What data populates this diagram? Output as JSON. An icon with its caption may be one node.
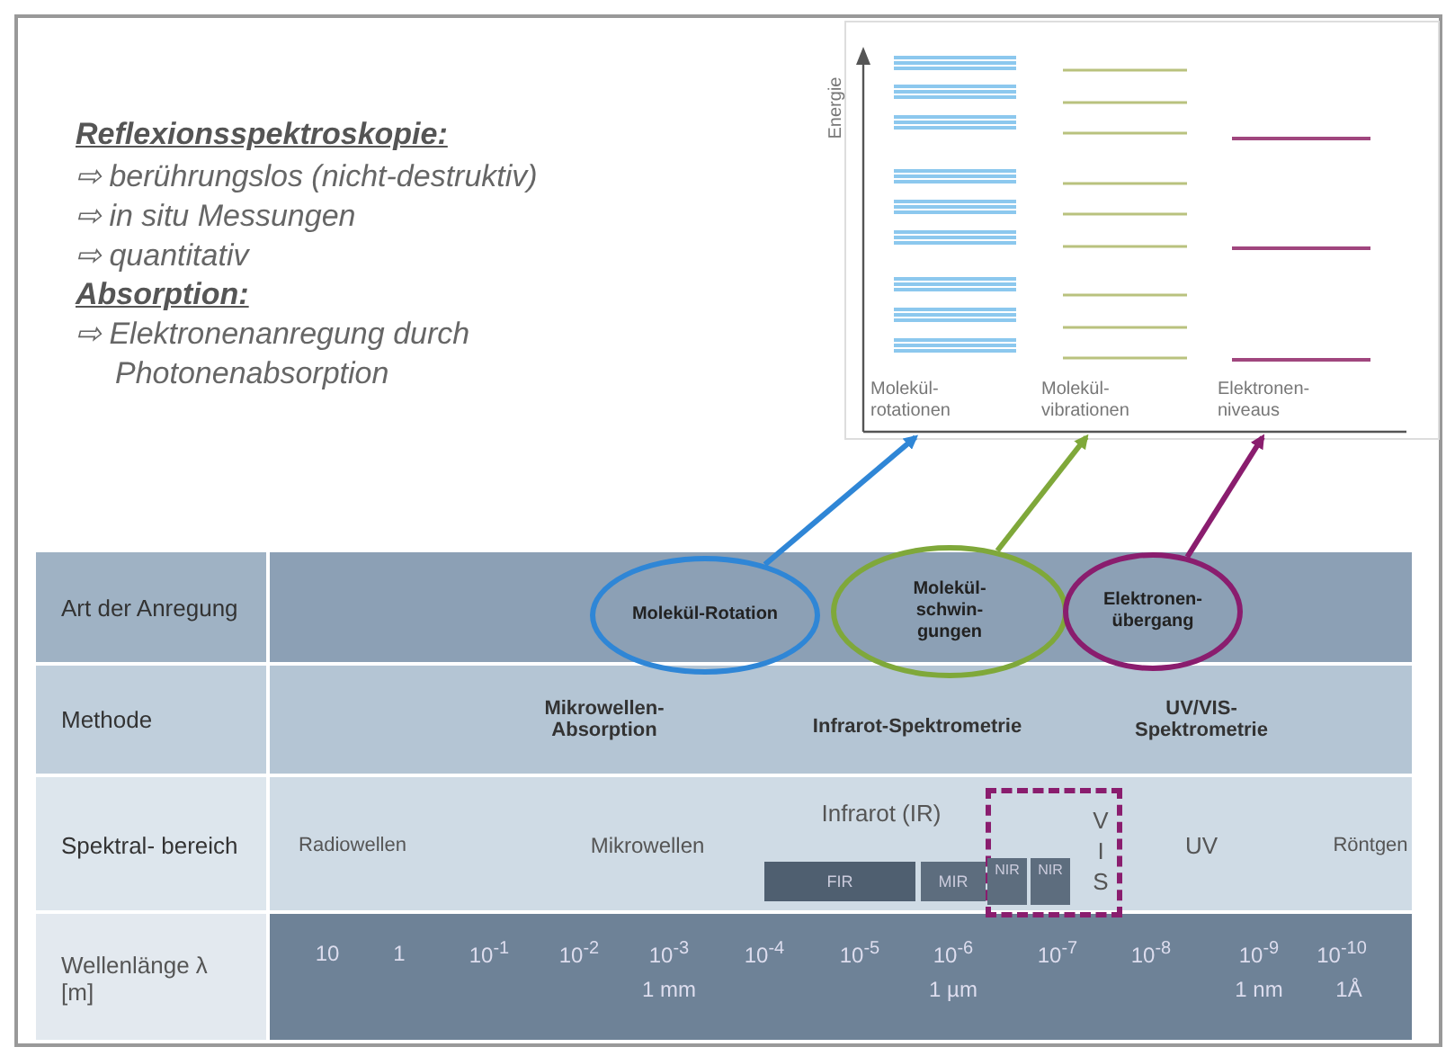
{
  "diagram": {
    "nodes": [
      {
        "text": [
          "Molekül-Rotation"
        ]
      },
      {
        "text": [
          "Molekül- schwin- gungen"
        ]
      },
      {
        "text": [
          "Elektronen- übergang"
        ]
      },
      {
        "text": [
          "Molekül- rotationen"
        ]
      },
      {
        "text": [
          "Molekül- vibrationen"
        ]
      },
      {
        "text": [
          "Elektronen- niveaus"
        ]
      }
    ],
    "edges": [
      {
        "from": 0,
        "to": 3,
        "arrow": "to",
        "color": "#2f86d6"
      },
      {
        "from": 1,
        "to": 4,
        "arrow": "to",
        "color": "#7fa83a"
      },
      {
        "from": 2,
        "to": 5,
        "arrow": "to",
        "color": "#8a1d6e"
      }
    ],
    "labels": [
      "Reflexionsspektroskopie:",
      "⇨ berührungslos (nicht-destruktiv)",
      "⇨ in situ Messungen",
      "⇨ quantitativ",
      "Absorption:",
      "⇨ Elektronenanregung durch Photonenabsorption",
      "Energie",
      "Art der Anregung",
      "Methode",
      "Mikrowellen- Absorption",
      "Infrarot-Spektrometrie",
      "UV/VIS- Spektrometrie",
      "Spektral- bereich",
      "Radiowellen",
      "Mikrowellen",
      "Infrarot (IR)",
      "FIR",
      "MIR",
      "NIR",
      "NIR",
      "V I S",
      "UV",
      "Röntgen",
      "Wellenlänge λ [m]",
      "10",
      "1",
      "10$^{-1}$",
      "10$^{-2}$",
      "10$^{-3}$",
      "1 mm",
      "10$^{-4}$",
      "10$^{-5}$",
      "10$^{-6}$",
      "1 µm",
      "10$^{-7}$",
      "10$^{-8}$",
      "10$^{-9}$",
      "10$^{-10}$",
      "1 nm",
      "1Å"
    ]
  }
}
